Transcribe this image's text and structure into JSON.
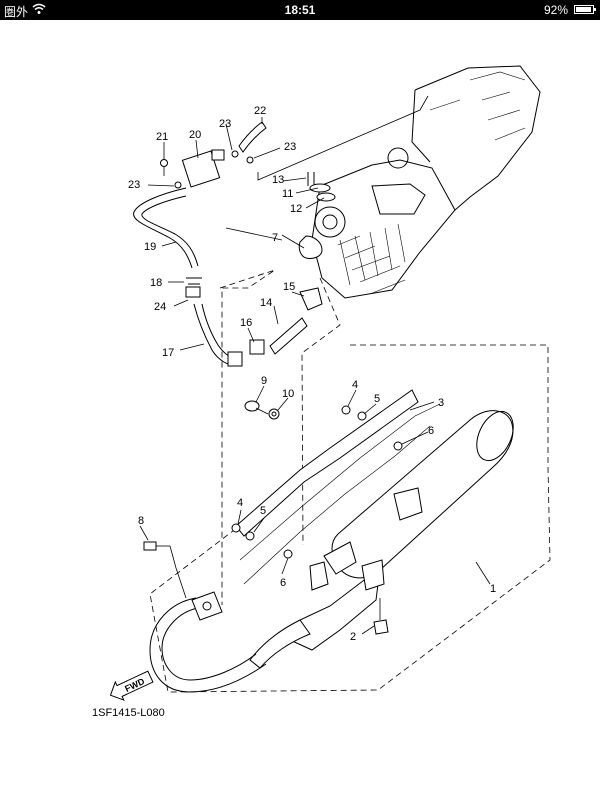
{
  "status_bar": {
    "carrier": "圏外",
    "time": "18:51",
    "battery": "92%",
    "battery_level": 0.92
  },
  "diagram": {
    "code": "1SF1415-L080",
    "fwd_label": "FWD",
    "callouts": [
      "1",
      "2",
      "3",
      "4",
      "5",
      "6",
      "7",
      "8",
      "9",
      "10",
      "11",
      "12",
      "13",
      "14",
      "15",
      "16",
      "17",
      "18",
      "19",
      "20",
      "21",
      "22",
      "23",
      "24",
      "4",
      "5",
      "6",
      "23"
    ]
  }
}
